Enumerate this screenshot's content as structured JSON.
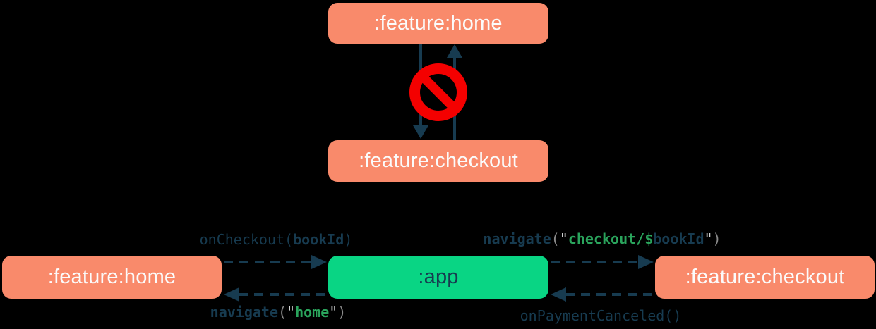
{
  "colors": {
    "background": "#000000",
    "feature_module_box": "#F98A6B",
    "app_module_box": "#09D584",
    "arrow": "#173B50",
    "forbidden_red": "#F40000",
    "box_text_light": "#FBFBFB",
    "code_text": "#173B50",
    "code_string_green": "#2AA45C",
    "code_paren_gray": "#8A8A8A",
    "code_quote_light": "#D6D8D8"
  },
  "top_diagram": {
    "home_node": {
      "label": ":feature:home"
    },
    "checkout_node": {
      "label": ":feature:checkout"
    },
    "forbidden_icon": "no-entry-sign",
    "meaning": "direct dependency between feature modules is forbidden"
  },
  "bottom_diagram": {
    "home_node": {
      "label": ":feature:home"
    },
    "app_node": {
      "label": ":app"
    },
    "checkout_node": {
      "label": ":feature:checkout"
    },
    "edges": {
      "home_to_app": {
        "tokens": {
          "fn": "onCheckout(",
          "arg": "bookId",
          "close": ")"
        }
      },
      "app_to_home": {
        "tokens": {
          "fn": "navigate",
          "open": "(",
          "q1": "\"",
          "str": "home",
          "q2": "\"",
          "close": ")"
        }
      },
      "app_to_checkout": {
        "tokens": {
          "fn": "navigate",
          "open": "(",
          "q1": "\"",
          "str": "checkout/$",
          "arg": "bookId",
          "q2": "\"",
          "close": ")"
        }
      },
      "checkout_to_app": {
        "tokens": {
          "fn": "onPaymentCanceled()"
        }
      }
    }
  }
}
